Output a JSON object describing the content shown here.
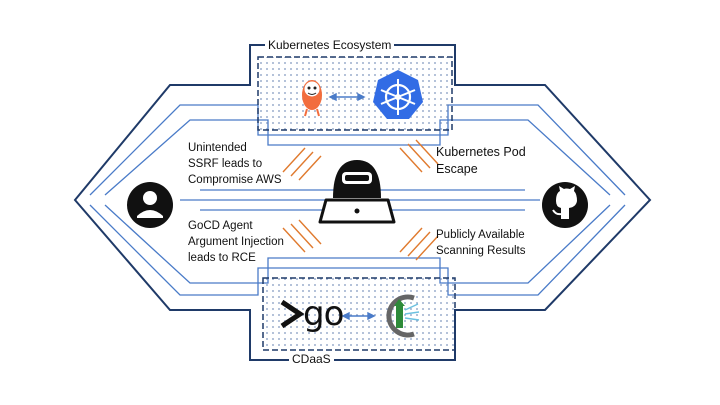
{
  "sections": {
    "top_title": "Kubernetes Ecosystem",
    "bottom_title": "CDaaS"
  },
  "attacks": {
    "top_left": [
      "Unintended",
      "SSRF leads to",
      "Compromise AWS"
    ],
    "top_right": [
      "Kubernetes Pod",
      "Escape"
    ],
    "bottom_left": [
      "GoCD Agent",
      "Argument Injection",
      "leads to RCE"
    ],
    "bottom_right": [
      "Publicly Available",
      "Scanning Results"
    ]
  },
  "logos": {
    "gocd_text": "go"
  },
  "icons": [
    "user-avatar-icon",
    "hacker-icon",
    "github-icon",
    "argo-icon",
    "kubernetes-icon",
    "gocd-icon",
    "scanner-icon"
  ],
  "colors": {
    "outline": "#1f3a68",
    "inner_line": "#4a7bc8",
    "accent": "#e07a2e",
    "dot_fill": "#c9d6ea",
    "k8s_blue": "#326ce5",
    "argo_orange": "#f26d3d",
    "scanner_green": "#2e8b3a"
  }
}
